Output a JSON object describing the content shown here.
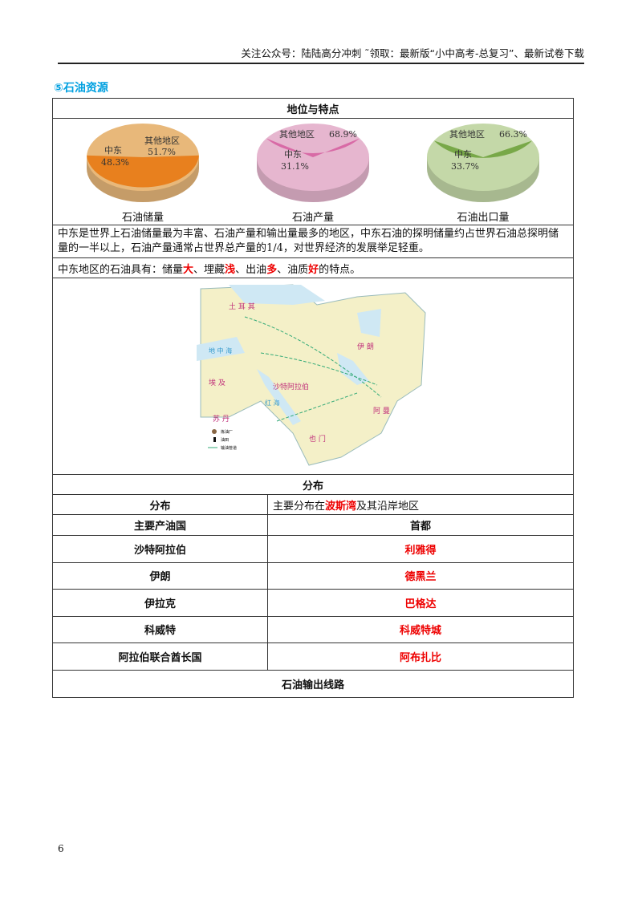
{
  "header": "关注公众号：陆陆高分冲刺  ˜领取：最新版“小中高考-总复习”、最新试卷下载",
  "section_title": "⑤石油资源",
  "row_status": "地位与特点",
  "pies": [
    {
      "caption": "石油储量",
      "me_label": "中东",
      "me_value": "48.3%",
      "other_label": "其他地区",
      "other_value": "51.7%",
      "me": 48.3,
      "colors": {
        "me": "#e8801e",
        "other": "#e8b87a"
      }
    },
    {
      "caption": "石油产量",
      "me_label": "中东",
      "me_value": "31.1%",
      "other_label": "其他地区",
      "other_value": "68.9%",
      "me": 31.1,
      "colors": {
        "me": "#d86aa6",
        "other": "#e6b6cf"
      }
    },
    {
      "caption": "石油出口量",
      "me_label": "中东",
      "me_value": "33.7%",
      "other_label": "其他地区",
      "other_value": "66.3%",
      "me": 33.7,
      "colors": {
        "me": "#78a848",
        "other": "#c4d8a8"
      }
    }
  ],
  "desc": "中东是世界上石油储量最为丰富、石油产量和输出量最多的地区，中东石油的探明储量约占世界石油总探明储量的一半以上，石油产量通常占世界总产量的1/4，对世界经济的发展举足轻重。",
  "features": {
    "prefix": "中东地区的石油具有：储量",
    "w1": "大",
    "s1": "、埋藏",
    "w2": "浅",
    "s2": "、出油",
    "w3": "多",
    "s3": "、油质",
    "w4": "好",
    "suffix": "的特点。"
  },
  "map_labels": {
    "turkey": "土 耳 其",
    "iran": "伊 朗",
    "saudi": "沙特阿拉伯",
    "egypt": "埃 及",
    "sudan": "苏 丹",
    "yemen": "也 门",
    "oman": "阿 曼",
    "med": "地 中 海",
    "red": "红 海",
    "legend": [
      "炼油厂",
      "油田",
      "输油管道"
    ]
  },
  "distribution": {
    "title": "分布",
    "label": "分布",
    "prefix": "主要分布在",
    "highlight": "波斯湾",
    "suffix": "及其沿岸地区"
  },
  "countries": {
    "head_country": "主要产油国",
    "head_capital": "首都",
    "rows": [
      {
        "country": "沙特阿拉伯",
        "capital": "利雅得"
      },
      {
        "country": "伊朗",
        "capital": "德黑兰"
      },
      {
        "country": "伊拉克",
        "capital": "巴格达"
      },
      {
        "country": "科威特",
        "capital": "科威特城"
      },
      {
        "country": "阿拉伯联合酋长国",
        "capital": "阿布扎比"
      }
    ]
  },
  "routes_title": "石油输出线路",
  "page_number": "6"
}
